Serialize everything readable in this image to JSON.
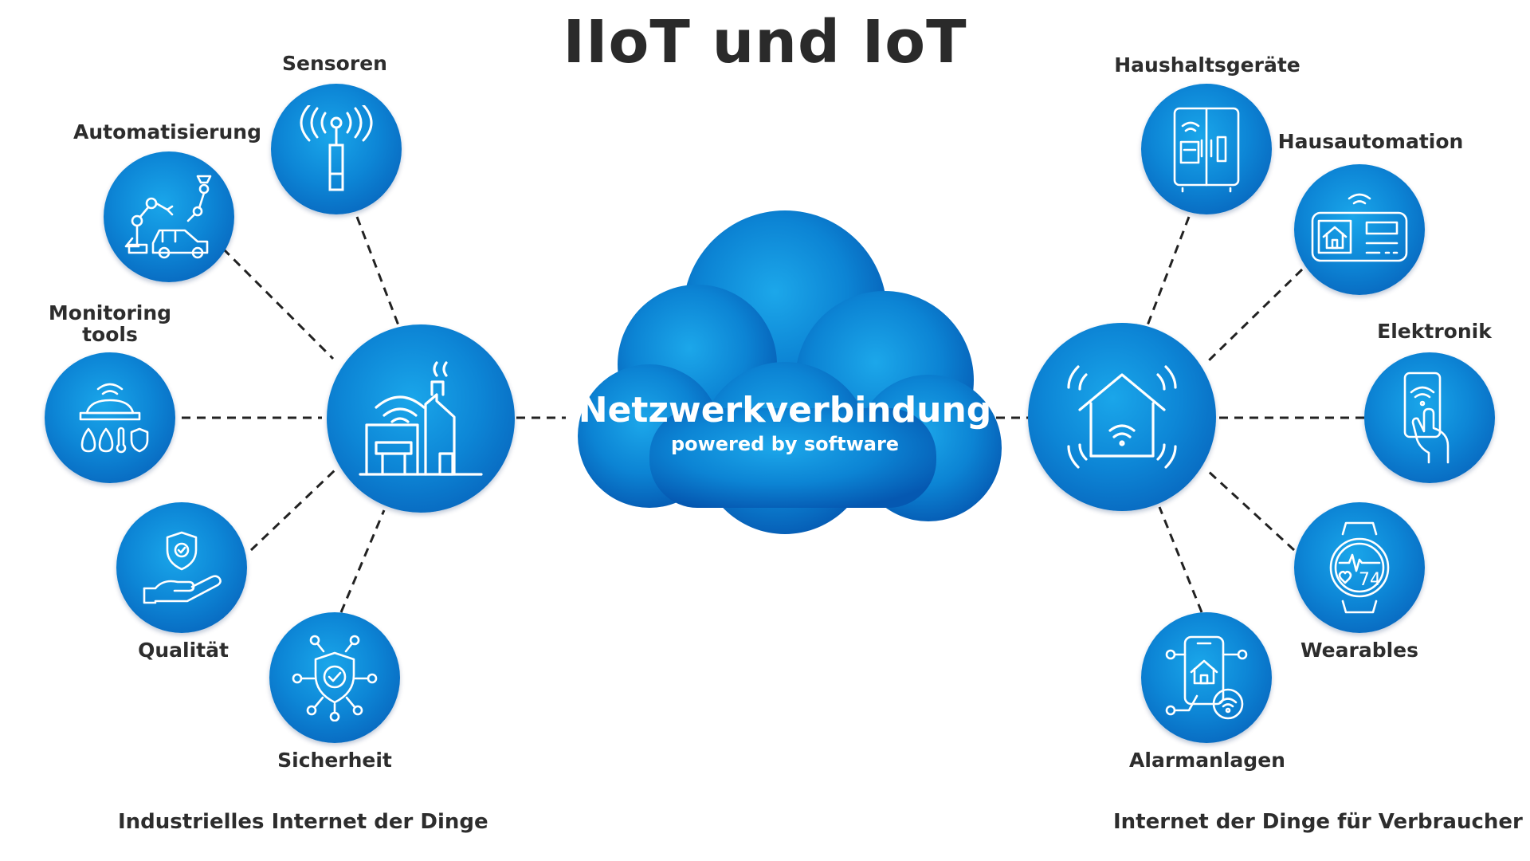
{
  "title": "IIoT und IoT",
  "cloud": {
    "title": "Netzwerkverbindung",
    "subtitle": "powered by software"
  },
  "left": {
    "hub_icon": "factory-wifi-icon",
    "footer": "Industrielles Internet der Dinge",
    "nodes": [
      {
        "label": "Sensoren",
        "icon": "antenna-sensor-icon"
      },
      {
        "label": "Automatisierung",
        "icon": "robot-arm-car-icon"
      },
      {
        "label": "Monitoring tools",
        "label_line1": "Monitoring",
        "label_line2": "tools",
        "icon": "monitoring-devices-icon"
      },
      {
        "label": "Qualität",
        "icon": "hand-shield-icon"
      },
      {
        "label": "Sicherheit",
        "icon": "shield-network-icon"
      }
    ]
  },
  "right": {
    "hub_icon": "smart-home-icon",
    "footer": "Internet der Dinge für Verbraucher",
    "nodes": [
      {
        "label": "Haushaltsgeräte",
        "icon": "smart-fridge-icon"
      },
      {
        "label": "Hausautomation",
        "icon": "home-control-panel-icon"
      },
      {
        "label": "Elektronik",
        "icon": "smartphone-hand-icon"
      },
      {
        "label": "Wearables",
        "icon": "smartwatch-icon",
        "watch_value": "74"
      },
      {
        "label": "Alarmanlagen",
        "icon": "alarm-system-icon"
      }
    ]
  },
  "colors": {
    "circle_light": "#1aa6ea",
    "circle_dark": "#0557b2",
    "text": "#2d2d2d"
  }
}
